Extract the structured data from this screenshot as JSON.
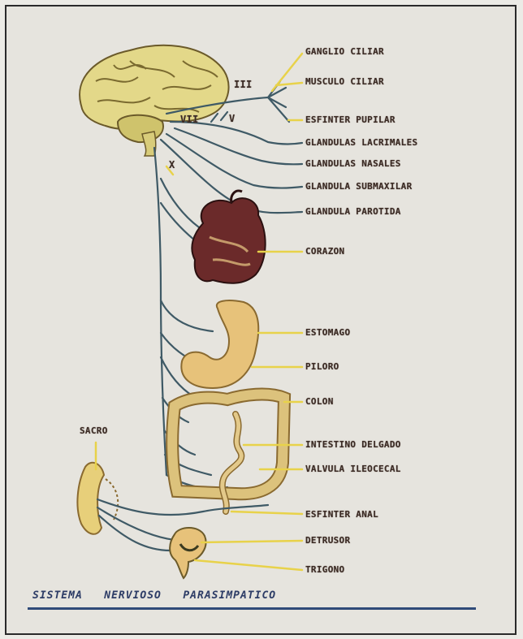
{
  "diagram": {
    "title": "SISTEMA   NERVIOSO   PARASIMPATICO",
    "nerve_labels": {
      "n3": "III",
      "n5": "V",
      "n7": "VII",
      "n10": "X"
    },
    "sacro_label": "SACRO",
    "labels": {
      "ganglio_ciliar": "GANGLIO CILIAR",
      "musculo_ciliar": "MUSCULO CILIAR",
      "esfinter_pupilar": "ESFINTER PUPILAR",
      "glandulas_lacrimales": "GLANDULAS LACRIMALES",
      "glandulas_nasales": "GLANDULAS NASALES",
      "glandula_submaxilar": "GLANDULA SUBMAXILAR",
      "glandula_parotida": "GLANDULA PAROTIDA",
      "corazon": "CORAZON",
      "estomago": "ESTOMAGO",
      "piloro": "PILORO",
      "colon": "COLON",
      "intestino_delgado": "INTESTINO DELGADO",
      "valvula_ileocecal": "VALVULA ILEOCECAL",
      "esfinter_anal": "ESFINTER ANAL",
      "detrusor": "DETRUSOR",
      "trigono": "TRIGONO"
    },
    "colors": {
      "background": "#e6e4de",
      "nerve": "#3f5a66",
      "leader": "#e8d24a",
      "brain": "#e3d889",
      "heart": "#6b2a2a",
      "stomach": "#e7c27a",
      "intestine": "#dcc27c",
      "title": "#2d3c66"
    }
  }
}
